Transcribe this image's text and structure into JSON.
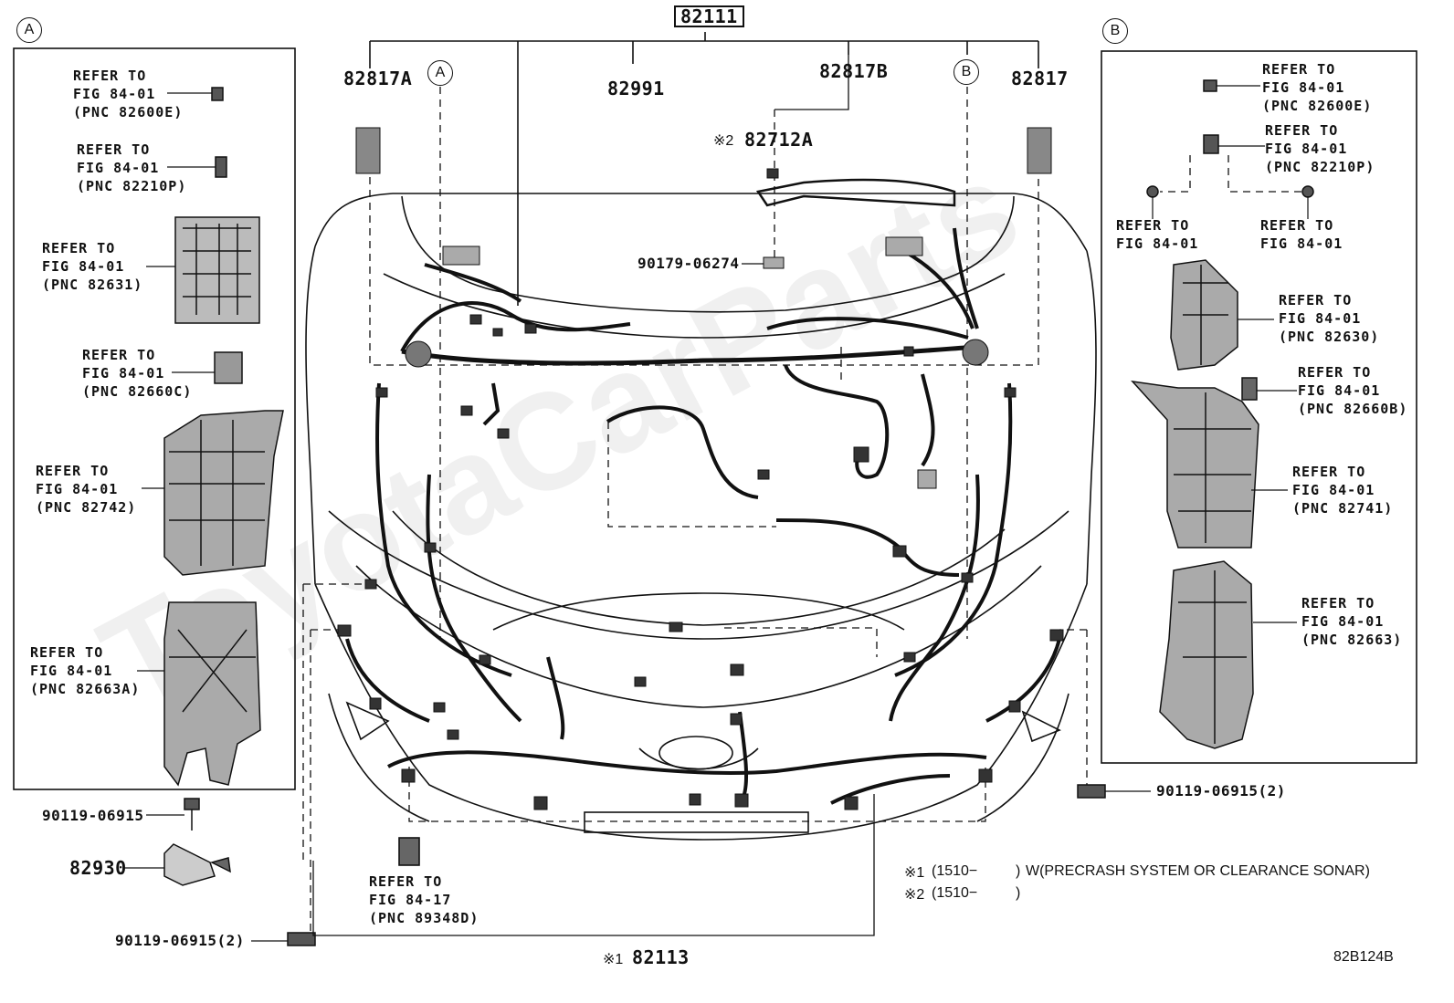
{
  "diagram": {
    "watermark": "ToyotaCarParts",
    "code": "82B124B",
    "main_part": "82111",
    "top_labels": {
      "p82817A": "82817A",
      "p82991": "82991",
      "p82817B": "82817B",
      "p82817": "82817",
      "p82712A_mark": "※2",
      "p82712A": "82712A",
      "p90179": "90179-06274"
    },
    "circles": {
      "A": "A",
      "B": "B"
    },
    "left_panel": {
      "refs": [
        {
          "l1": "REFER TO",
          "l2": "FIG 84-01",
          "l3": "(PNC 82600E)"
        },
        {
          "l1": "REFER TO",
          "l2": "FIG 84-01",
          "l3": "(PNC 82210P)"
        },
        {
          "l1": "REFER TO",
          "l2": "FIG 84-01",
          "l3": "(PNC 82631)"
        },
        {
          "l1": "REFER TO",
          "l2": "FIG 84-01",
          "l3": "(PNC 82660C)"
        },
        {
          "l1": "REFER TO",
          "l2": "FIG 84-01",
          "l3": "(PNC 82742)"
        },
        {
          "l1": "REFER TO",
          "l2": "FIG 84-01",
          "l3": "(PNC 82663A)"
        }
      ]
    },
    "right_panel": {
      "refs": [
        {
          "l1": "REFER TO",
          "l2": "FIG 84-01",
          "l3": "(PNC 82600E)"
        },
        {
          "l1": "REFER TO",
          "l2": "FIG 84-01",
          "l3": "(PNC 82210P)"
        },
        {
          "l1": "REFER TO",
          "l2": "FIG 84-01"
        },
        {
          "l1": "REFER TO",
          "l2": "FIG 84-01"
        },
        {
          "l1": "REFER TO",
          "l2": "FIG 84-01",
          "l3": "(PNC 82630)"
        },
        {
          "l1": "REFER TO",
          "l2": "FIG 84-01",
          "l3": "(PNC 82660B)"
        },
        {
          "l1": "REFER TO",
          "l2": "FIG 84-01",
          "l3": "(PNC 82741)"
        },
        {
          "l1": "REFER TO",
          "l2": "FIG 84-01",
          "l3": "(PNC 82663)"
        }
      ]
    },
    "bottom": {
      "p90119_left": "90119-06915",
      "p82930": "82930",
      "p90119_left2": "90119-06915(2)",
      "p90119_right": "90119-06915(2)",
      "ref_sensor": {
        "l1": "REFER TO",
        "l2": "FIG 84-17",
        "l3": "(PNC 89348D)"
      },
      "p82113_mark": "※1",
      "p82113": "82113"
    },
    "notes": [
      {
        "mark": "※1",
        "range": "(1510−",
        "close": ")",
        "text": "W(PRECRASH SYSTEM OR CLEARANCE SONAR)"
      },
      {
        "mark": "※2",
        "range": "(1510−",
        "close": ")",
        "text": ""
      }
    ]
  }
}
